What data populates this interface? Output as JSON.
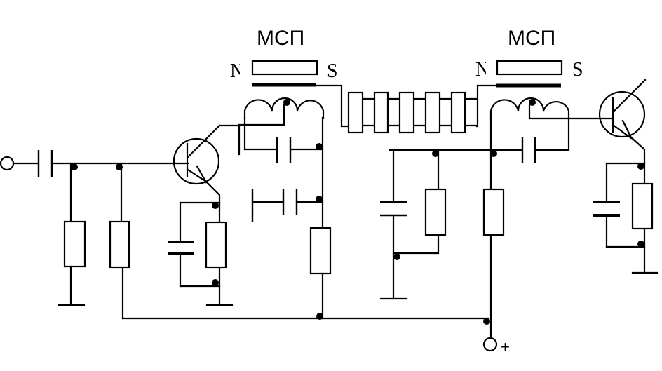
{
  "diagram": {
    "type": "circuit-schematic",
    "description": "Two-transistor amplifier stage coupled through magnetostatic (MSP) delay line",
    "labels": {
      "left_msp": "МСП",
      "right_msp": "МСП",
      "left_pole_n": "N",
      "left_pole_s": "S",
      "right_pole_n": "N",
      "right_pole_s": "S",
      "supply_plus": "+"
    },
    "components": [
      {
        "id": "input-terminal",
        "kind": "terminal"
      },
      {
        "id": "C1",
        "kind": "capacitor",
        "role": "input coupling"
      },
      {
        "id": "R1",
        "kind": "resistor",
        "role": "base bias to ground"
      },
      {
        "id": "R2",
        "kind": "resistor",
        "role": "base bias to supply"
      },
      {
        "id": "Q1",
        "kind": "transistor",
        "role": "input stage"
      },
      {
        "id": "C2",
        "kind": "capacitor",
        "role": "emitter bypass"
      },
      {
        "id": "R3",
        "kind": "resistor",
        "role": "emitter resistor"
      },
      {
        "id": "L1",
        "kind": "tapped-inductor",
        "role": "collector tank"
      },
      {
        "id": "C3",
        "kind": "capacitor",
        "role": "tank capacitor"
      },
      {
        "id": "C4",
        "kind": "trimmer-capacitor"
      },
      {
        "id": "R4",
        "kind": "resistor",
        "role": "collector feed"
      },
      {
        "id": "M1",
        "kind": "magnet",
        "role": "left bias magnet"
      },
      {
        "id": "DL",
        "kind": "delay-line",
        "role": "MSW line (5 segments)"
      },
      {
        "id": "M2",
        "kind": "magnet",
        "role": "right bias magnet"
      },
      {
        "id": "L2",
        "kind": "tapped-inductor",
        "role": "output tank"
      },
      {
        "id": "C5",
        "kind": "capacitor",
        "role": "output tank capacitor"
      },
      {
        "id": "C6",
        "kind": "capacitor",
        "role": "decoupling"
      },
      {
        "id": "R5",
        "kind": "resistor",
        "role": "bias divider"
      },
      {
        "id": "R6",
        "kind": "resistor",
        "role": "supply feed"
      },
      {
        "id": "Q2",
        "kind": "transistor",
        "role": "output stage"
      },
      {
        "id": "C7",
        "kind": "capacitor",
        "role": "emitter bypass"
      },
      {
        "id": "R7",
        "kind": "resistor",
        "role": "emitter resistor"
      },
      {
        "id": "supply-terminal",
        "kind": "terminal"
      }
    ]
  }
}
